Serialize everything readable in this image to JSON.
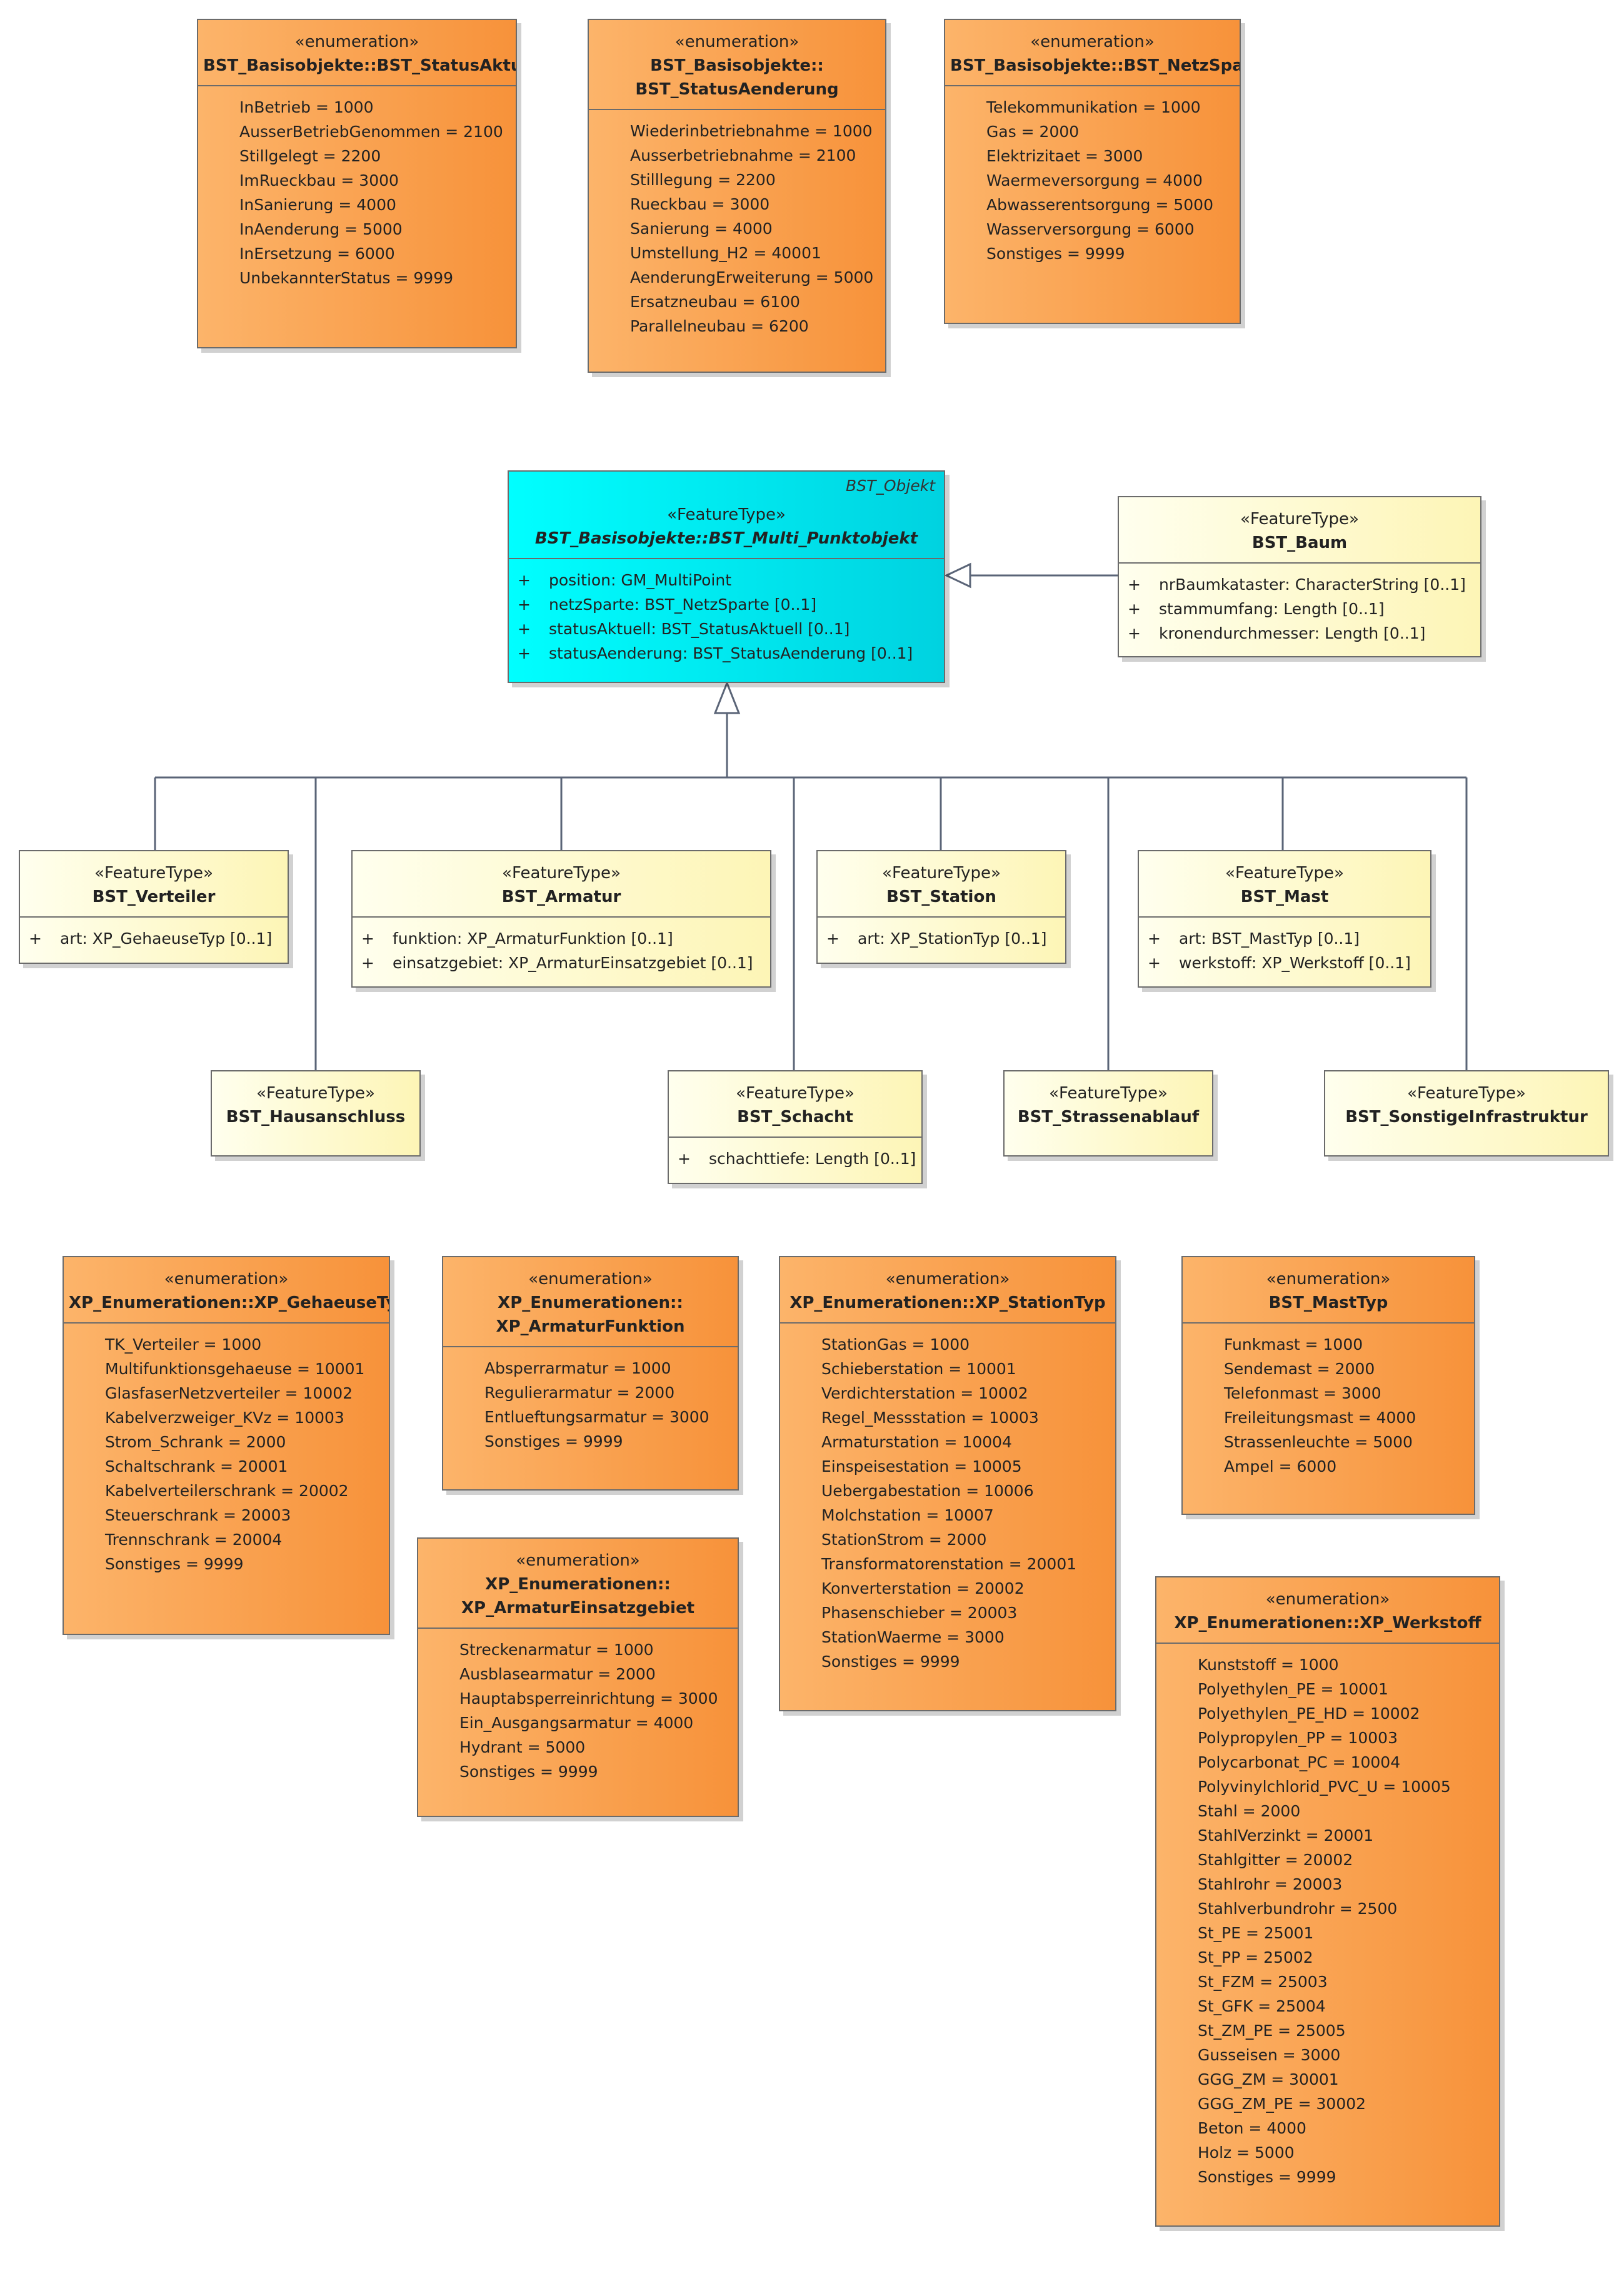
{
  "enums_top": [
    {
      "stereotype": "«enumeration»",
      "name_lines": [
        "BST_Basisobjekte::BST_StatusAktuell"
      ],
      "literals": [
        "InBetrieb = 1000",
        "AusserBetriebGenommen = 2100",
        "Stillgelegt = 2200",
        "ImRueckbau = 3000",
        "InSanierung = 4000",
        "InAenderung = 5000",
        "InErsetzung = 6000",
        "UnbekannterStatus = 9999"
      ]
    },
    {
      "stereotype": "«enumeration»",
      "name_lines": [
        "BST_Basisobjekte::",
        "BST_StatusAenderung"
      ],
      "literals": [
        "Wiederinbetriebnahme = 1000",
        "Ausserbetriebnahme = 2100",
        "Stilllegung = 2200",
        "Rueckbau = 3000",
        "Sanierung = 4000",
        "Umstellung_H2 = 40001",
        "AenderungErweiterung = 5000",
        "Ersatzneubau = 6100",
        "Parallelneubau = 6200"
      ]
    },
    {
      "stereotype": "«enumeration»",
      "name_lines": [
        "BST_Basisobjekte::BST_NetzSparte"
      ],
      "literals": [
        "Telekommunikation = 1000",
        "Gas = 2000",
        "Elektrizitaet = 3000",
        "Waermeversorgung = 4000",
        "Abwasserentsorgung = 5000",
        "Wasserversorgung = 6000",
        "Sonstiges = 9999"
      ]
    }
  ],
  "base_class": {
    "tag": "BST_Objekt",
    "stereotype": "«FeatureType»",
    "name": "BST_Basisobjekte::BST_Multi_Punktobjekt",
    "attributes": [
      {
        "vis": "+",
        "text": "position: GM_MultiPoint"
      },
      {
        "vis": "+",
        "text": "netzSparte: BST_NetzSparte [0..1]"
      },
      {
        "vis": "+",
        "text": "statusAktuell: BST_StatusAktuell [0..1]"
      },
      {
        "vis": "+",
        "text": "statusAenderung: BST_StatusAenderung [0..1]"
      }
    ]
  },
  "baum": {
    "stereotype": "«FeatureType»",
    "name": "BST_Baum",
    "attributes": [
      {
        "vis": "+",
        "text": "nrBaumkataster: CharacterString [0..1]"
      },
      {
        "vis": "+",
        "text": "stammumfang: Length [0..1]"
      },
      {
        "vis": "+",
        "text": "kronendurchmesser: Length [0..1]"
      }
    ]
  },
  "subclasses": [
    {
      "key": "verteiler",
      "stereotype": "«FeatureType»",
      "name": "BST_Verteiler",
      "attributes": [
        {
          "vis": "+",
          "text": "art: XP_GehaeuseTyp [0..1]"
        }
      ]
    },
    {
      "key": "armatur",
      "stereotype": "«FeatureType»",
      "name": "BST_Armatur",
      "attributes": [
        {
          "vis": "+",
          "text": "funktion: XP_ArmaturFunktion [0..1]"
        },
        {
          "vis": "+",
          "text": "einsatzgebiet: XP_ArmaturEinsatzgebiet [0..1]"
        }
      ]
    },
    {
      "key": "station",
      "stereotype": "«FeatureType»",
      "name": "BST_Station",
      "attributes": [
        {
          "vis": "+",
          "text": "art: XP_StationTyp [0..1]"
        }
      ]
    },
    {
      "key": "mast",
      "stereotype": "«FeatureType»",
      "name": "BST_Mast",
      "attributes": [
        {
          "vis": "+",
          "text": "art: BST_MastTyp [0..1]"
        },
        {
          "vis": "+",
          "text": "werkstoff: XP_Werkstoff [0..1]"
        }
      ]
    },
    {
      "key": "hausanschluss",
      "stereotype": "«FeatureType»",
      "name": "BST_Hausanschluss",
      "attributes": []
    },
    {
      "key": "schacht",
      "stereotype": "«FeatureType»",
      "name": "BST_Schacht",
      "attributes": [
        {
          "vis": "+",
          "text": "schachttiefe: Length [0..1]"
        }
      ]
    },
    {
      "key": "strassenablauf",
      "stereotype": "«FeatureType»",
      "name": "BST_Strassenablauf",
      "attributes": []
    },
    {
      "key": "sonstige",
      "stereotype": "«FeatureType»",
      "name": "BST_SonstigeInfrastruktur",
      "attributes": []
    }
  ],
  "enums_bottom": [
    {
      "key": "gehaeuse",
      "stereotype": "«enumeration»",
      "name_lines": [
        "XP_Enumerationen::XP_GehaeuseTyp"
      ],
      "literals": [
        "TK_Verteiler = 1000",
        "Multifunktionsgehaeuse = 10001",
        "GlasfaserNetzverteiler = 10002",
        "Kabelverzweiger_KVz = 10003",
        "Strom_Schrank = 2000",
        "Schaltschrank = 20001",
        "Kabelverteilerschrank = 20002",
        "Steuerschrank = 20003",
        "Trennschrank = 20004",
        "Sonstiges = 9999"
      ]
    },
    {
      "key": "armfunktion",
      "stereotype": "«enumeration»",
      "name_lines": [
        "XP_Enumerationen::",
        "XP_ArmaturFunktion"
      ],
      "literals": [
        "Absperrarmatur = 1000",
        "Regulierarmatur = 2000",
        "Entlueftungsarmatur = 3000",
        "Sonstiges = 9999"
      ]
    },
    {
      "key": "armeinsatz",
      "stereotype": "«enumeration»",
      "name_lines": [
        "XP_Enumerationen::",
        "XP_ArmaturEinsatzgebiet"
      ],
      "literals": [
        "Streckenarmatur = 1000",
        "Ausblasearmatur = 2000",
        "Hauptabsperreinrichtung = 3000",
        "Ein_Ausgangsarmatur = 4000",
        "Hydrant = 5000",
        "Sonstiges = 9999"
      ]
    },
    {
      "key": "stationtyp",
      "stereotype": "«enumeration»",
      "name_lines": [
        "XP_Enumerationen::XP_StationTyp"
      ],
      "literals": [
        "StationGas = 1000",
        "Schieberstation = 10001",
        "Verdichterstation = 10002",
        "Regel_Messstation = 10003",
        "Armaturstation = 10004",
        "Einspeisestation = 10005",
        "Uebergabestation = 10006",
        "Molchstation = 10007",
        "StationStrom = 2000",
        "Transformatorenstation = 20001",
        "Konverterstation = 20002",
        "Phasenschieber = 20003",
        "StationWaerme = 3000",
        "Sonstiges = 9999"
      ]
    },
    {
      "key": "masttyp",
      "stereotype": "«enumeration»",
      "name_lines": [
        "BST_MastTyp"
      ],
      "literals": [
        "Funkmast = 1000",
        "Sendemast = 2000",
        "Telefonmast = 3000",
        "Freileitungsmast = 4000",
        "Strassenleuchte = 5000",
        "Ampel = 6000"
      ]
    },
    {
      "key": "werkstoff",
      "stereotype": "«enumeration»",
      "name_lines": [
        "XP_Enumerationen::XP_Werkstoff"
      ],
      "literals": [
        "Kunststoff = 1000",
        "Polyethylen_PE = 10001",
        "Polyethylen_PE_HD = 10002",
        "Polypropylen_PP = 10003",
        "Polycarbonat_PC = 10004",
        "Polyvinylchlorid_PVC_U = 10005",
        "Stahl = 2000",
        "StahlVerzinkt = 20001",
        "Stahlgitter = 20002",
        "Stahlrohr = 20003",
        "Stahlverbundrohr = 2500",
        "St_PE = 25001",
        "St_PP = 25002",
        "St_FZM = 25003",
        "St_GFK = 25004",
        "St_ZM_PE = 25005",
        "Gusseisen = 3000",
        "GGG_ZM = 30001",
        "GGG_ZM_PE = 30002",
        "Beton = 4000",
        "Holz = 5000",
        "Sonstiges = 9999"
      ]
    }
  ]
}
